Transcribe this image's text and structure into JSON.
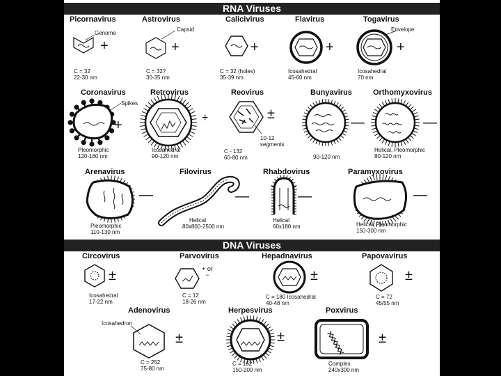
{
  "rna_header": "RNA Viruses",
  "dna_header": "DNA Viruses",
  "viruses": {
    "picornavirus": {
      "name": "Picornavirus",
      "sign": "+",
      "label": "Genome",
      "details": [
        "C = 32",
        "22-30 nm"
      ]
    },
    "astrovirus": {
      "name": "Astrovirus",
      "sign": "+",
      "label": "Capsid",
      "details": [
        "C = 32?",
        "30-35 nm"
      ]
    },
    "calicivirus": {
      "name": "Calicivirus",
      "sign": "+",
      "details": [
        "C = 32 (holes)",
        "35-39 nm"
      ]
    },
    "flavirus": {
      "name": "Flavirus",
      "sign": "+",
      "details": [
        "Icosahedral",
        "45-60 nm"
      ]
    },
    "togavirus": {
      "name": "Togavirus",
      "sign": "+",
      "label": "Envelope",
      "details": [
        "Icosahedral",
        "70 nm"
      ]
    },
    "coronavirus": {
      "name": "Coronavirus",
      "sign": "+",
      "label": "Spikes",
      "details": [
        "Pleomorphic",
        "120-160 nm"
      ]
    },
    "retrovirus": {
      "name": "Retrovirus",
      "sign": "+",
      "details": [
        "Icosahedral",
        "90-120 nm"
      ]
    },
    "reovirus": {
      "name": "Reovirus",
      "sign": "±",
      "label": "10-12 segments",
      "details": [
        "C - 132",
        "60-80 nm"
      ]
    },
    "bunyavirus": {
      "name": "Bunyavirus",
      "sign": "—",
      "details": [
        "90-120 nm"
      ]
    },
    "orthomyxovirus": {
      "name": "Orthomyxovirus",
      "sign": "—",
      "details": [
        "Helical, Pleomorphic",
        "80-120 nm"
      ]
    },
    "arenavirus": {
      "name": "Arenavirus",
      "sign": "—",
      "details": [
        "Pleomorphic",
        "110-130 nm"
      ]
    },
    "filovirus": {
      "name": "Filovirus",
      "sign": "—",
      "details": [
        "Helical",
        "80x800-2500 nm"
      ]
    },
    "rhabdovirus": {
      "name": "Rhabdovirus",
      "sign": "—",
      "details": [
        "Helical",
        "60x180 nm"
      ]
    },
    "paramyxovirus": {
      "name": "Paramyxovirus",
      "sign": "—",
      "details": [
        "Helical, Pleomorphic",
        "150-300 nm"
      ]
    },
    "circovirus": {
      "name": "Circovirus",
      "sign": "±",
      "details": [
        "Icosahedral",
        "17-22 nm"
      ]
    },
    "parvovirus": {
      "name": "Parvovirus",
      "sign": "+ or −",
      "details": [
        "C = 12",
        "18-26 nm"
      ]
    },
    "hepadnavirus": {
      "name": "Hepadnavirus",
      "sign": "±",
      "details": [
        "C = 180  Icosahedral",
        "40-48 nm"
      ]
    },
    "papovavirus": {
      "name": "Papovavirus",
      "sign": "±",
      "details": [
        "C = 72",
        "45/55 nm"
      ]
    },
    "adenovirus": {
      "name": "Adenovirus",
      "sign": "±",
      "label": "Icosahedron",
      "details": [
        "C = 252",
        "75-80 nm"
      ]
    },
    "herpesvirus": {
      "name": "Herpesvirus",
      "sign": "±",
      "details": [
        "C = 162",
        "150-200 nm"
      ]
    },
    "poxvirus": {
      "name": "Poxvirus",
      "sign": "±",
      "details": [
        "Complex",
        "240x300 nm"
      ]
    }
  }
}
